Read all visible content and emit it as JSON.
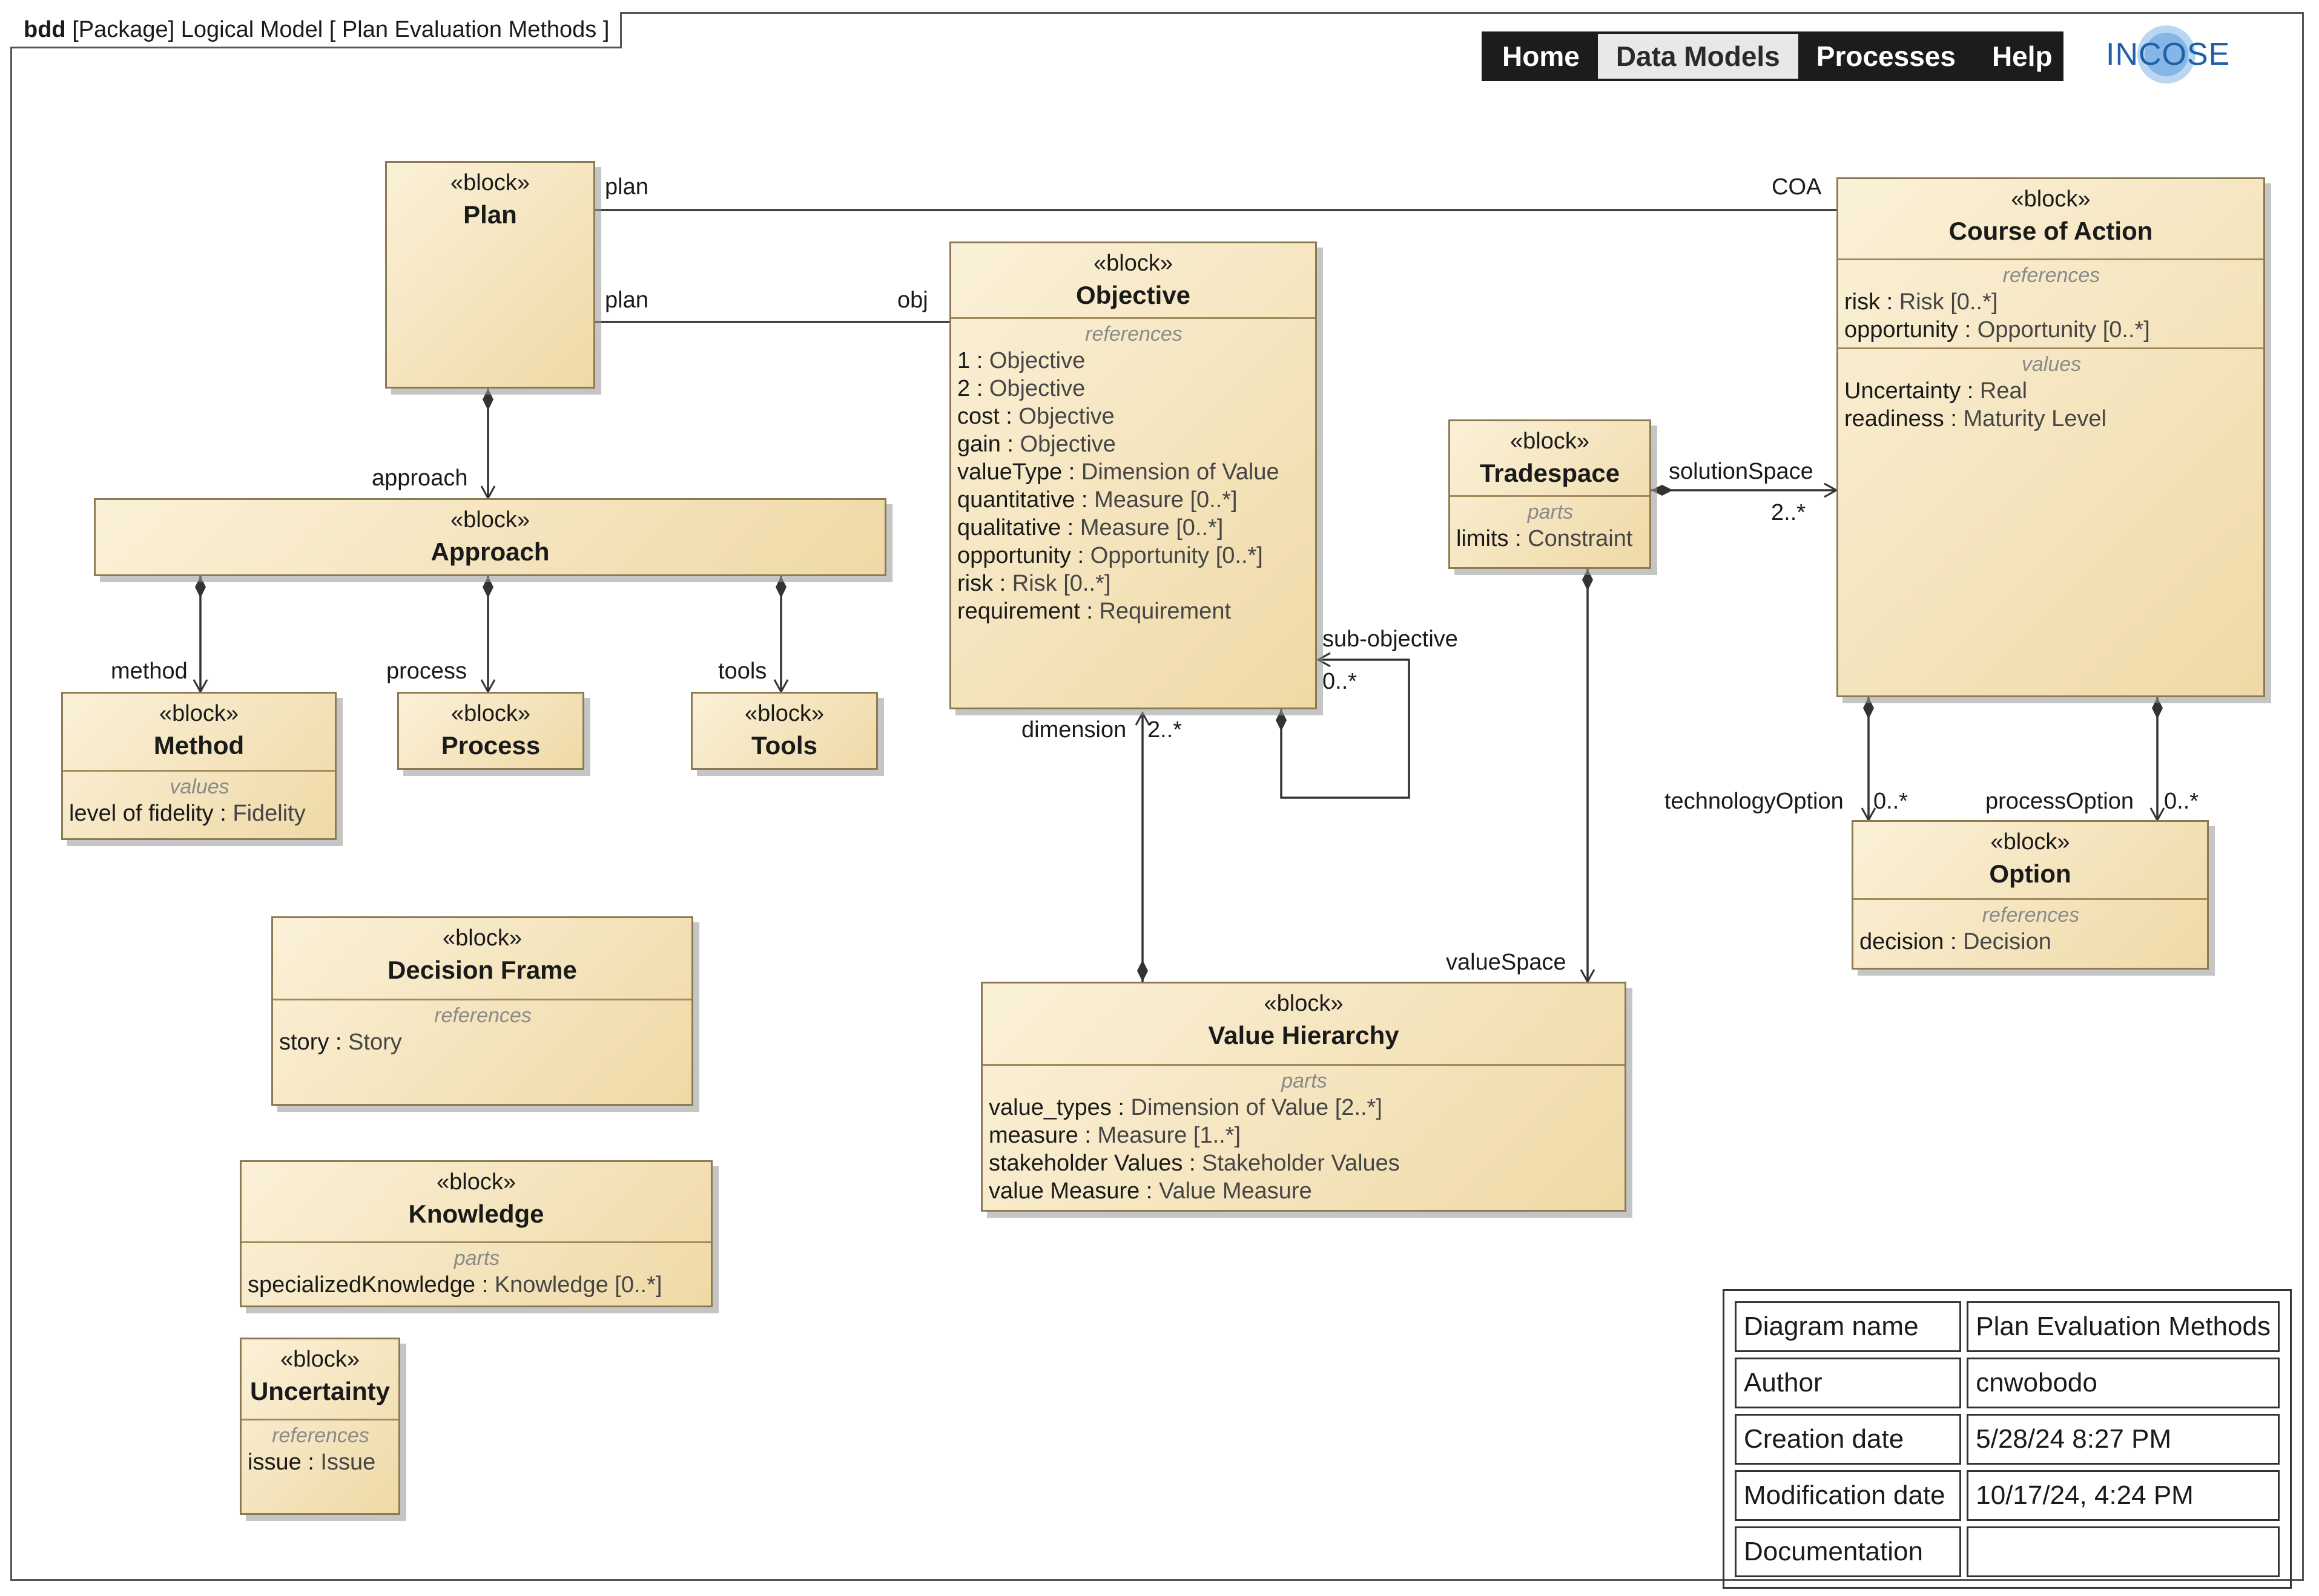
{
  "frame": {
    "kind": "bdd",
    "label": "[Package] Logical Model [ Plan Evaluation Methods ]"
  },
  "nav": {
    "items": [
      "Home",
      "Data Models",
      "Processes",
      "Help"
    ],
    "active": "Data Models"
  },
  "logo": {
    "text": "INCOSE"
  },
  "stereotype": "«block»",
  "blocks": {
    "plan": {
      "name": "Plan"
    },
    "objective": {
      "name": "Objective",
      "comp_title": "references",
      "rows": [
        {
          "n": "1",
          "t": "Objective"
        },
        {
          "n": "2",
          "t": "Objective"
        },
        {
          "n": "cost",
          "t": "Objective"
        },
        {
          "n": "gain",
          "t": "Objective"
        },
        {
          "n": "valueType",
          "t": "Dimension of Value"
        },
        {
          "n": "quantitative",
          "t": "Measure [0..*]"
        },
        {
          "n": "qualitative",
          "t": "Measure [0..*]"
        },
        {
          "n": "opportunity",
          "t": "Opportunity [0..*]"
        },
        {
          "n": "risk",
          "t": "Risk [0..*]"
        },
        {
          "n": "requirement",
          "t": "Requirement"
        }
      ]
    },
    "coa": {
      "name": "Course of Action",
      "comp1_title": "references",
      "rows1": [
        {
          "n": "risk",
          "t": "Risk [0..*]"
        },
        {
          "n": "opportunity",
          "t": "Opportunity [0..*]"
        }
      ],
      "comp2_title": "values",
      "rows2": [
        {
          "n": "Uncertainty",
          "t": "Real"
        },
        {
          "n": "readiness",
          "t": "Maturity Level"
        }
      ]
    },
    "approach": {
      "name": "Approach"
    },
    "tradespace": {
      "name": "Tradespace",
      "comp_title": "parts",
      "rows": [
        {
          "n": "limits",
          "t": "Constraint"
        }
      ]
    },
    "method": {
      "name": "Method",
      "comp_title": "values",
      "rows": [
        {
          "n": "level of fidelity",
          "t": "Fidelity"
        }
      ]
    },
    "process": {
      "name": "Process"
    },
    "tools": {
      "name": "Tools"
    },
    "option": {
      "name": "Option",
      "comp_title": "references",
      "rows": [
        {
          "n": "decision",
          "t": "Decision"
        }
      ]
    },
    "decision_frame": {
      "name": "Decision Frame",
      "comp_title": "references",
      "rows": [
        {
          "n": "story",
          "t": "Story"
        }
      ]
    },
    "value_hierarchy": {
      "name": "Value Hierarchy",
      "comp_title": "parts",
      "rows": [
        {
          "n": "value_types",
          "t": "Dimension of Value [2..*]"
        },
        {
          "n": "measure",
          "t": "Measure [1..*]"
        },
        {
          "n": "stakeholder Values",
          "t": "Stakeholder Values"
        },
        {
          "n": "value Measure",
          "t": "Value Measure"
        }
      ]
    },
    "knowledge": {
      "name": "Knowledge",
      "comp_title": "parts",
      "rows": [
        {
          "n": "specializedKnowledge",
          "t": "Knowledge [0..*]"
        }
      ]
    },
    "uncertainty": {
      "name": "Uncertainty",
      "comp_title": "references",
      "rows": [
        {
          "n": "issue",
          "t": "Issue"
        }
      ]
    }
  },
  "labels": {
    "plan_coa_plan": "plan",
    "coa": "COA",
    "plan_obj_plan": "plan",
    "obj": "obj",
    "approach": "approach",
    "method": "method",
    "process": "process",
    "tools": "tools",
    "solutionSpace": "solutionSpace",
    "solution_mult": "2..*",
    "sub_objective": "sub-objective",
    "sub_mult": "0..*",
    "dimension": "dimension",
    "dimension_mult": "2..*",
    "valueSpace": "valueSpace",
    "technologyOption": "technologyOption",
    "tech_mult": "0..*",
    "processOption": "processOption",
    "proc_mult": "0..*"
  },
  "info_table": [
    {
      "k": "Diagram name",
      "v": "Plan Evaluation Methods"
    },
    {
      "k": "Author",
      "v": "cnwobodo"
    },
    {
      "k": "Creation date",
      "v": "5/28/24 8:27 PM"
    },
    {
      "k": "Modification date",
      "v": "10/17/24, 4:24 PM"
    },
    {
      "k": "Documentation",
      "v": ""
    }
  ]
}
